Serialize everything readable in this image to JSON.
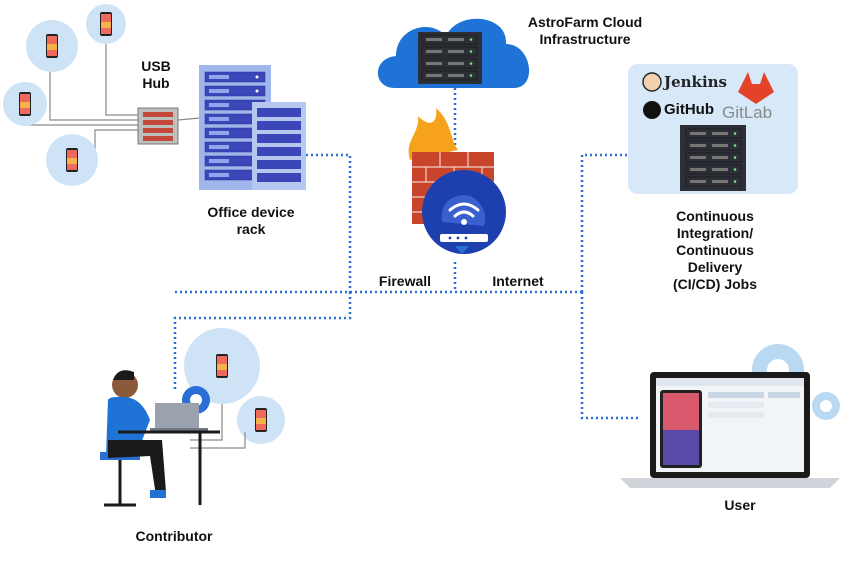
{
  "labels": {
    "usb_hub": "USB\nHub",
    "office_rack": "Office device\nrack",
    "cloud": "AstroFarm Cloud\nInfrastructure",
    "firewall": "Firewall",
    "internet": "Internet",
    "cicd": "Continuous\nIntegration/\nContinuous\nDelivery\n(CI/CD) Jobs",
    "contributor": "Contributor",
    "user": "User"
  },
  "cicd_logos": {
    "jenkins": "Jenkins",
    "github": "GitHub",
    "gitlab": "GitLab"
  },
  "colors": {
    "connector": "#2a6fd6",
    "device_bubble": "#cfe3f7",
    "cloud": "#1f73d6",
    "server_blue": "#3b46b8",
    "server_light": "#6f8fd9",
    "panel": "#d7e8f8",
    "firewall_brick": "#c8452c",
    "flame": "#f6a21c",
    "router": "#1e3fae",
    "gear": "#b9d8f2"
  }
}
